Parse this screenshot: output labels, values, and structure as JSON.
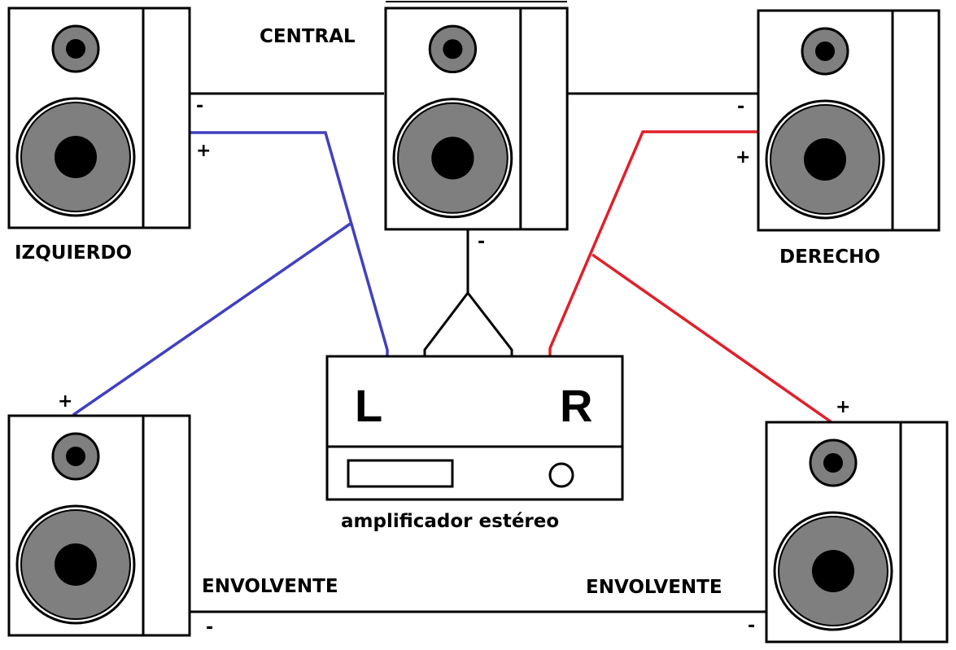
{
  "speakers": {
    "left": "IZQUIERDO",
    "center": "CENTRAL",
    "right": "DERECHO",
    "surround_left": "ENVOLVENTE",
    "surround_right": "ENVOLVENTE"
  },
  "amplifier": {
    "label": "amplificador estéreo",
    "left_channel": "L",
    "right_channel": "R"
  },
  "polarity": {
    "minus": "-",
    "plus": "+"
  },
  "colors": {
    "left_wire": "#4040c0",
    "right_wire": "#e0202a",
    "common_wire": "#000000",
    "cone": "#7f7f7f"
  }
}
